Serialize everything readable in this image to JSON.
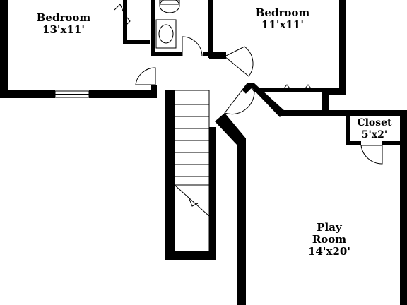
{
  "rooms": {
    "bedroom_left": {
      "name": "Bedroom",
      "dims": "13'x11'"
    },
    "bedroom_right": {
      "name": "Bedroom",
      "dims": "11'x11'"
    },
    "closet": {
      "name": "Closet",
      "dims": "5'x2'"
    },
    "play_room": {
      "name_line1": "Play",
      "name_line2": "Room",
      "dims": "14'x20'"
    }
  },
  "colors": {
    "wall": "#000000",
    "background": "#ffffff"
  }
}
